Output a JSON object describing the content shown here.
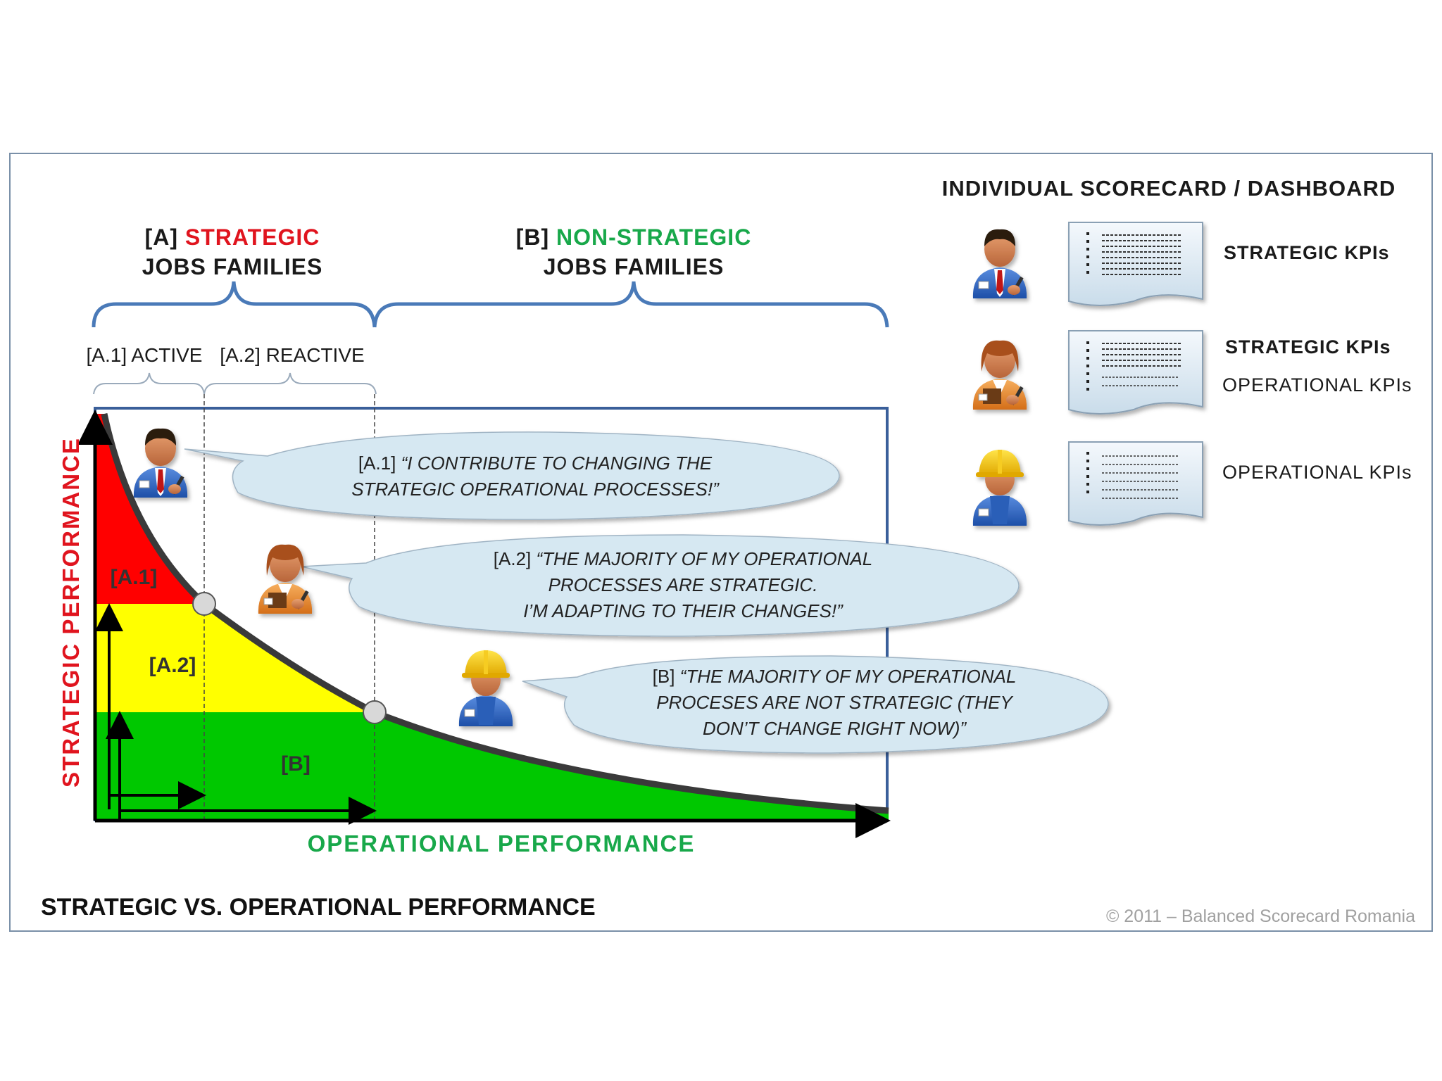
{
  "colors": {
    "strategic": "#e0141e",
    "non_strategic": "#18a84a",
    "zone_a1": "#ff0000",
    "zone_a2": "#ffff00",
    "zone_b": "#00c800",
    "bubble_fill": "#d6e8f2",
    "brace": "#4a7ab8",
    "frame": "#3a5f9a"
  },
  "header_a": {
    "tag": "[A]",
    "word": "STRATEGIC",
    "line2": "JOBS FAMILIES"
  },
  "header_b": {
    "tag": "[B]",
    "word": "NON-STRATEGIC",
    "line2": "JOBS FAMILIES"
  },
  "sub_a1": "[A.1] ACTIVE",
  "sub_a2": "[A.2] REACTIVE",
  "zones": {
    "a1": "[A.1]",
    "a2": "[A.2]",
    "b": "[B]"
  },
  "y_axis_label": "STRATEGIC  PERFORMANCE",
  "x_axis_label": "OPERATIONAL  PERFORMANCE",
  "bubbles": [
    {
      "tag": "[A.1]",
      "lines": [
        "“I CONTRIBUTE TO CHANGING THE",
        "STRATEGIC OPERATIONAL PROCESSES!”"
      ],
      "person": "manager-icon"
    },
    {
      "tag": "[A.2]",
      "lines": [
        "“THE MAJORITY OF MY OPERATIONAL",
        "PROCESSES ARE STRATEGIC.",
        "I’M ADAPTING TO THEIR CHANGES!”"
      ],
      "person": "specialist-icon"
    },
    {
      "tag": "[B]",
      "lines": [
        "“THE MAJORITY OF MY OPERATIONAL",
        "PROCESES ARE NOT STRATEGIC (THEY",
        "DON’T CHANGE RIGHT NOW)”"
      ],
      "person": "worker-icon"
    }
  ],
  "scorecard": {
    "title": "INDIVIDUAL SCORECARD / DASHBOARD",
    "rows": [
      {
        "person": "manager-icon",
        "labels": [
          "STRATEGIC KPIs"
        ]
      },
      {
        "person": "specialist-icon",
        "labels": [
          "STRATEGIC KPIs",
          "OPERATIONAL  KPIs"
        ]
      },
      {
        "person": "worker-icon",
        "labels": [
          "OPERATIONAL  KPIs"
        ]
      }
    ]
  },
  "footer_title": "STRATEGIC VS. OPERATIONAL PERFORMANCE",
  "copyright": "© 2011  – Balanced Scorecard Romania"
}
